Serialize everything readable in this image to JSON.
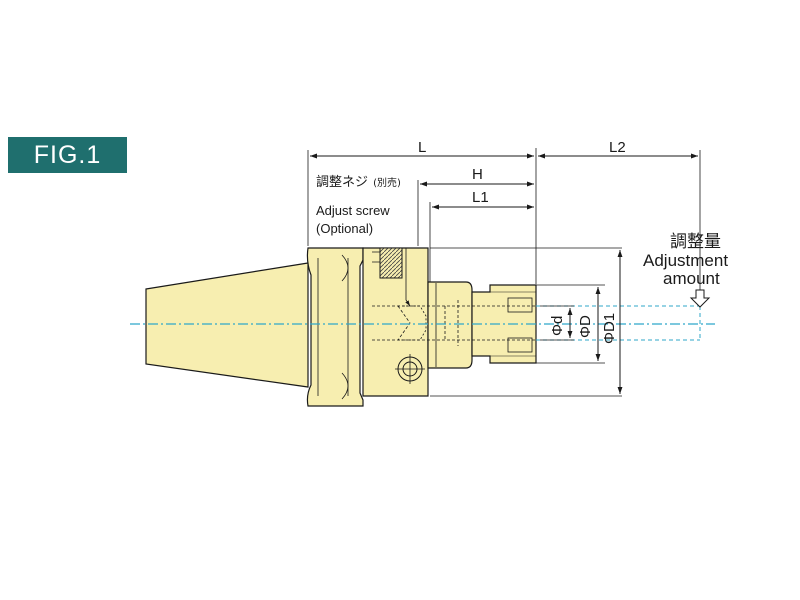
{
  "figure_label": "FIG.1",
  "dimensions": {
    "L": "L",
    "L2": "L2",
    "H": "H",
    "L1": "L1",
    "d": "Φd",
    "D": "ΦD",
    "D1": "ΦD1"
  },
  "adjust_screw": {
    "jp": "調整ネジ",
    "jp_note": "(別売)",
    "line1": "Adjust screw",
    "line2": "(Optional)"
  },
  "adjustment": {
    "jp": "調整量",
    "line1": "Adjustment",
    "line2": "amount"
  },
  "colors": {
    "body_fill": "#f7eeb0",
    "outline": "#1a1a1a",
    "center_line": "#2fa7c9",
    "badge_bg": "#1f6f6e"
  }
}
